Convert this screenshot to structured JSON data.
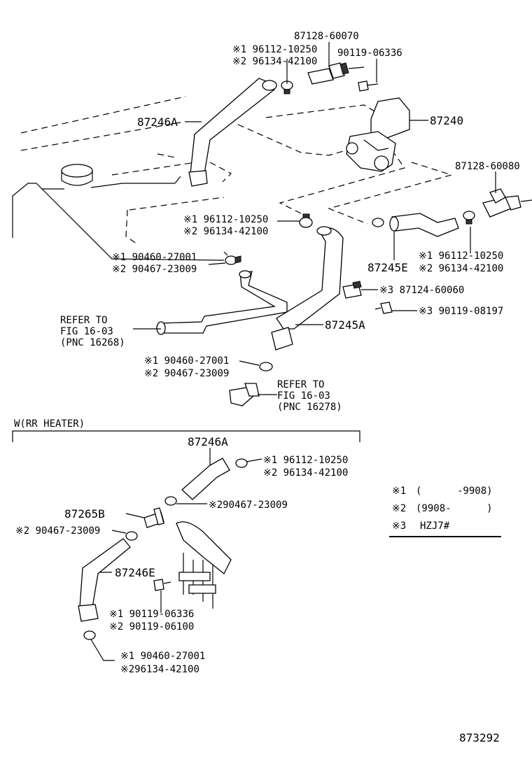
{
  "callouts": {
    "c_87128_60070": "87128-60070",
    "c_s1_96112_10250_top": "※1 96112-10250",
    "c_s2_96134_42100_top": "※2 96134-42100",
    "c_90119_06336_top": "90119-06336",
    "c_87246A_top": "87246A",
    "c_87240": "87240",
    "c_87128_60080": "87128-60080",
    "c_s1_96112_10250_mid": "※1 96112-10250",
    "c_s2_96134_42100_mid": "※2 96134-42100",
    "c_s1_90460_27001_a": "※1 90460-27001",
    "c_s2_90467_23009_a": "※2 90467-23009",
    "c_87245E": "87245E",
    "c_s1_96112_10250_r": "※1 96112-10250",
    "c_s2_96134_42100_r": "※2 96134-42100",
    "c_s3_87124_60060": "※3 87124-60060",
    "c_s3_90119_08197": "※3 90119-08197",
    "refer1_line1": "REFER TO",
    "refer1_line2": "FIG 16-03",
    "refer1_line3": "(PNC 16268)",
    "c_87245A": "87245A",
    "c_s1_90460_27001_b": "※1 90460-27001",
    "c_s2_90467_23009_b": "※2 90467-23009",
    "refer2_line1": "REFER TO",
    "refer2_line2": "FIG 16-03",
    "refer2_line3": "(PNC 16278)"
  },
  "section": {
    "title": "W(RR HEATER)",
    "c_87246A": "87246A",
    "c_s1_96112_10250": "※1 96112-10250",
    "c_s2_96134_42100": "※2 96134-42100",
    "c_s2_90467_23009_a": "※290467-23009",
    "c_87265B": "87265B",
    "c_s2_90467_23009_b": "※2 90467-23009",
    "c_87246E": "87246E",
    "c_s1_90119_06336": "※1 90119-06336",
    "c_s2_90119_06100": "※2 90119-06100",
    "c_s1_90460_27001": "※1 90460-27001",
    "c_s2_96134_42100_b": "※296134-42100"
  },
  "legend": [
    {
      "mark": "※1",
      "text": "(      -9908)"
    },
    {
      "mark": "※2",
      "text": "(9908-      )"
    },
    {
      "mark": "※3",
      "text": "HZJ7#"
    }
  ],
  "footer": {
    "figure_number": "873292"
  }
}
